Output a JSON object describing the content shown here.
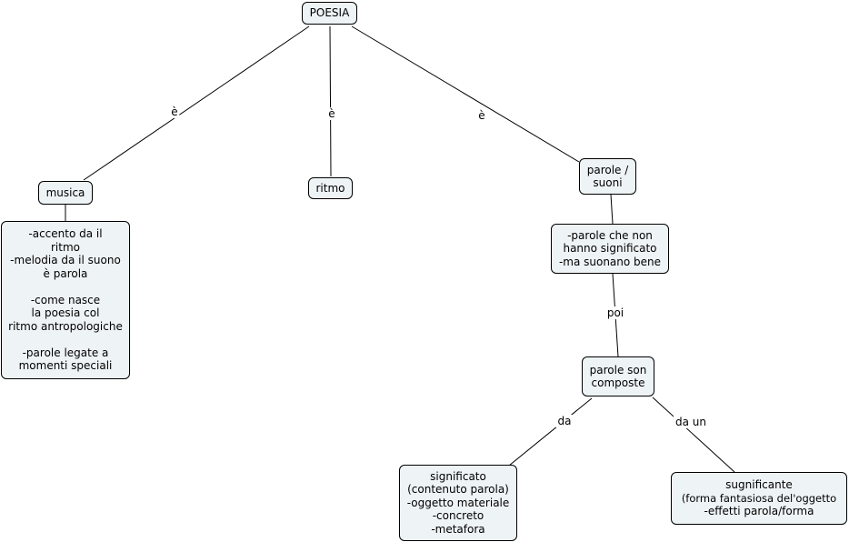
{
  "nodes": {
    "poesia": [
      "POESIA"
    ],
    "musica": [
      "musica"
    ],
    "ritmo": [
      "ritmo"
    ],
    "parole_suoni": [
      "parole /",
      "suoni"
    ],
    "musica_note": [
      "-accento da il",
      "ritmo",
      "-melodia da il suono",
      "è parola",
      "",
      "-come nasce",
      "la poesia col",
      "ritmo antropologiche",
      "",
      "-parole legate a",
      "momenti speciali"
    ],
    "parole_note": [
      "-parole che non",
      "hanno significato",
      "-ma suonano bene"
    ],
    "parole_composte": [
      "parole son",
      "composte"
    ],
    "significato": [
      "significato",
      "(contenuto parola)",
      "-oggetto materiale",
      "-concreto",
      "-metafora"
    ],
    "significante": [
      "sugnificante",
      "(forma fantasiosa del'oggetto",
      "-effetti parola/forma"
    ]
  },
  "links": {
    "poesia_musica": "è",
    "poesia_ritmo": "è",
    "poesia_parole": "è",
    "note_composte": "poi",
    "composte_significato": "da",
    "composte_significante": "da un"
  }
}
